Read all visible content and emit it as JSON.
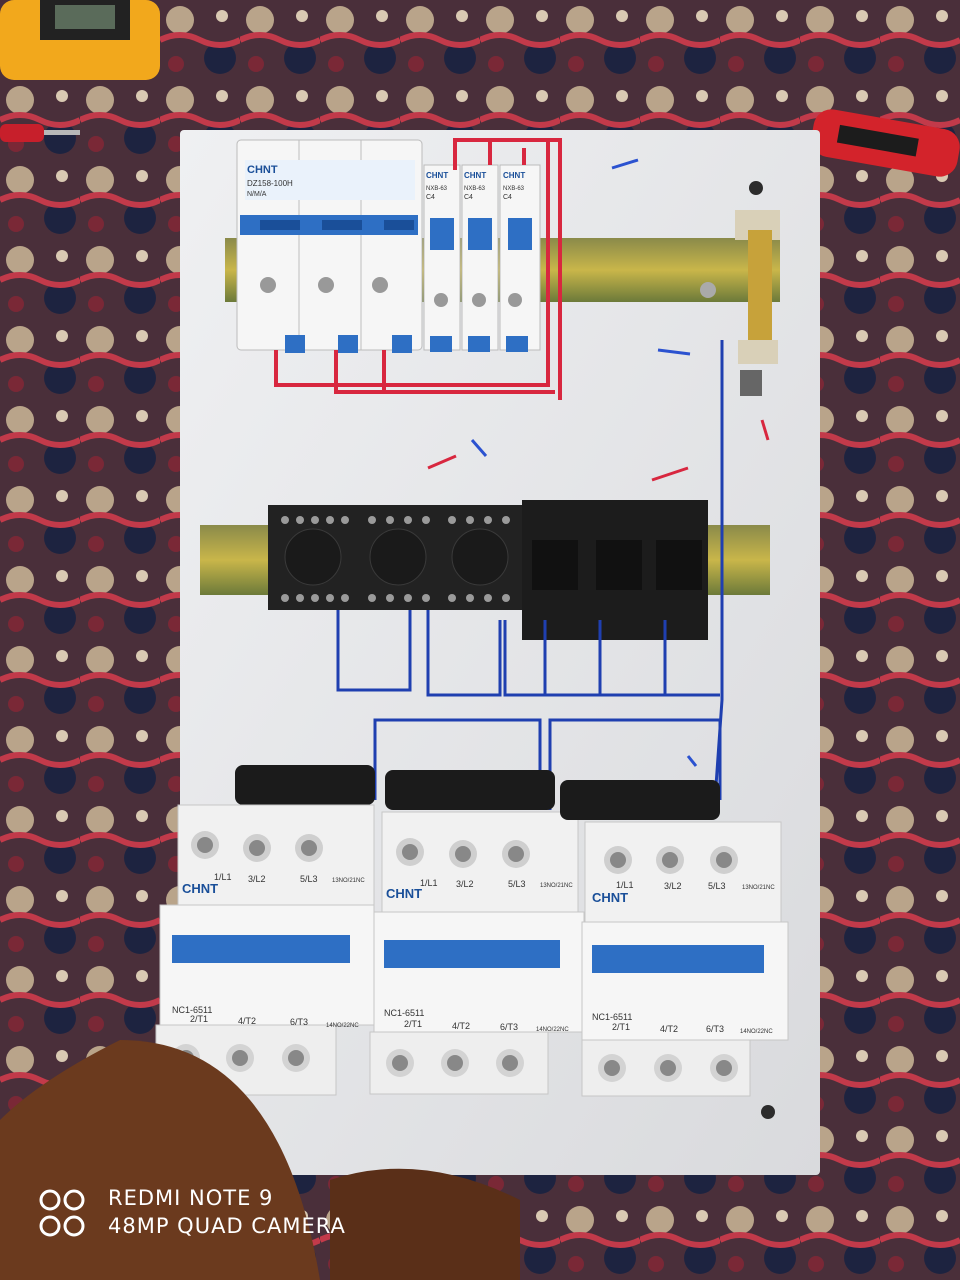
{
  "brand": "CHNT",
  "top_breakers": {
    "main_label": "DZ158-100H",
    "main_rating": "N/M/A",
    "small_label": "NXB-63",
    "small_rating": "C4"
  },
  "contactors": [
    {
      "model": "NC1-6511",
      "top_terminals": [
        "1/L1",
        "3/L2",
        "5/L3",
        "13NO/21NC"
      ],
      "bottom_terminals": [
        "2/T1",
        "4/T2",
        "6/T3",
        "14NO/22NC"
      ]
    },
    {
      "model": "NC1-6511",
      "top_terminals": [
        "1/L1",
        "3/L2",
        "5/L3",
        "13NO/21NC"
      ],
      "bottom_terminals": [
        "2/T1",
        "4/T2",
        "6/T3",
        "14NO/22NC"
      ]
    },
    {
      "model": "NC1-6511",
      "top_terminals": [
        "1/L1",
        "3/L2",
        "5/L3",
        "13NO/21NC"
      ],
      "bottom_terminals": [
        "2/T1",
        "4/T2",
        "6/T3",
        "14NO/22NC"
      ]
    }
  ],
  "watermark": {
    "line1": "REDMI NOTE 9",
    "line2": "48MP QUAD CAMERA"
  },
  "colors": {
    "panel": "#e9eaec",
    "red_wire": "#d8273f",
    "blue_wire": "#1f3fb0",
    "breaker_blue": "#2e6fc4",
    "carpet": "#3a2a30"
  }
}
